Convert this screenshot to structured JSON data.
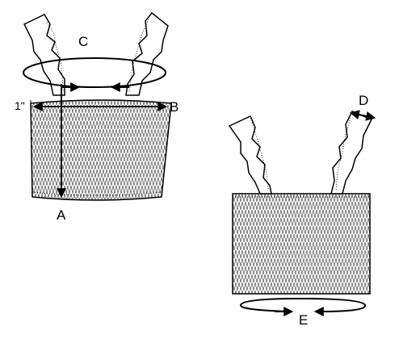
{
  "diagram": {
    "labels": {
      "a": "A",
      "b": "B",
      "c": "C",
      "d": "D",
      "e": "E",
      "inch_mark": "1\""
    },
    "colors": {
      "ink": "#000000",
      "fabric_fill": "#ffffff"
    },
    "icons": {
      "arrowhead": "filled-triangle"
    }
  }
}
